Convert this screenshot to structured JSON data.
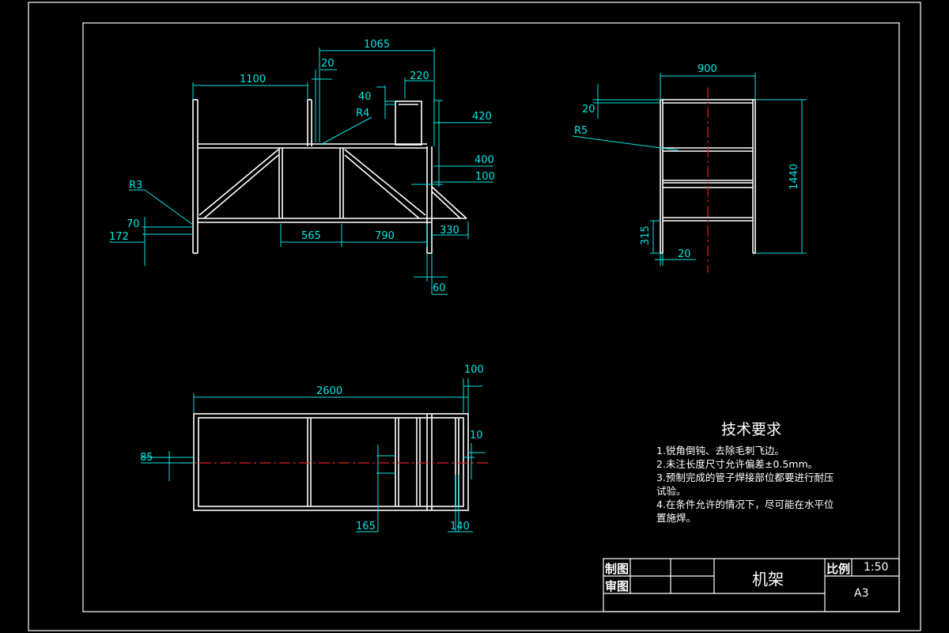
{
  "views": {
    "front": {
      "dims": {
        "d1065": "1065",
        "d1100": "1100",
        "d20a": "20",
        "d220": "220",
        "d40": "40",
        "dR4": "R4",
        "d420": "420",
        "d400": "400",
        "d100": "100",
        "dR3": "R3",
        "d70": "70",
        "d172": "172",
        "d565": "565",
        "d790": "790",
        "d330": "330",
        "d60": "60"
      }
    },
    "side": {
      "dims": {
        "d900": "900",
        "d20b": "20",
        "dR5": "R5",
        "d1440": "1440",
        "d315": "315",
        "d20c": "20"
      }
    },
    "top": {
      "dims": {
        "d2600": "2600",
        "d100b": "100",
        "d85": "85",
        "d10": "10",
        "d165": "165",
        "d140": "140"
      }
    }
  },
  "notes": {
    "title": "技术要求",
    "lines": [
      "1.锐角倒钝、去除毛刺飞边。",
      "2.未注长度尺寸允许偏差±0.5mm。",
      "3.预制完成的管子焊接部位都要进行耐压",
      "试验。",
      "4.在条件允许的情况下，尽可能在水平位",
      "置施焊。"
    ]
  },
  "title_block": {
    "drawn_label": "制图",
    "checked_label": "审图",
    "title": "机架",
    "scale_label": "比例",
    "scale_value": "1:50",
    "sheet_size": "A3"
  },
  "colors": {
    "background": "#000000",
    "geometry": "#ffffff",
    "dimension": "#00e5e5",
    "centerline": "#e02020"
  }
}
